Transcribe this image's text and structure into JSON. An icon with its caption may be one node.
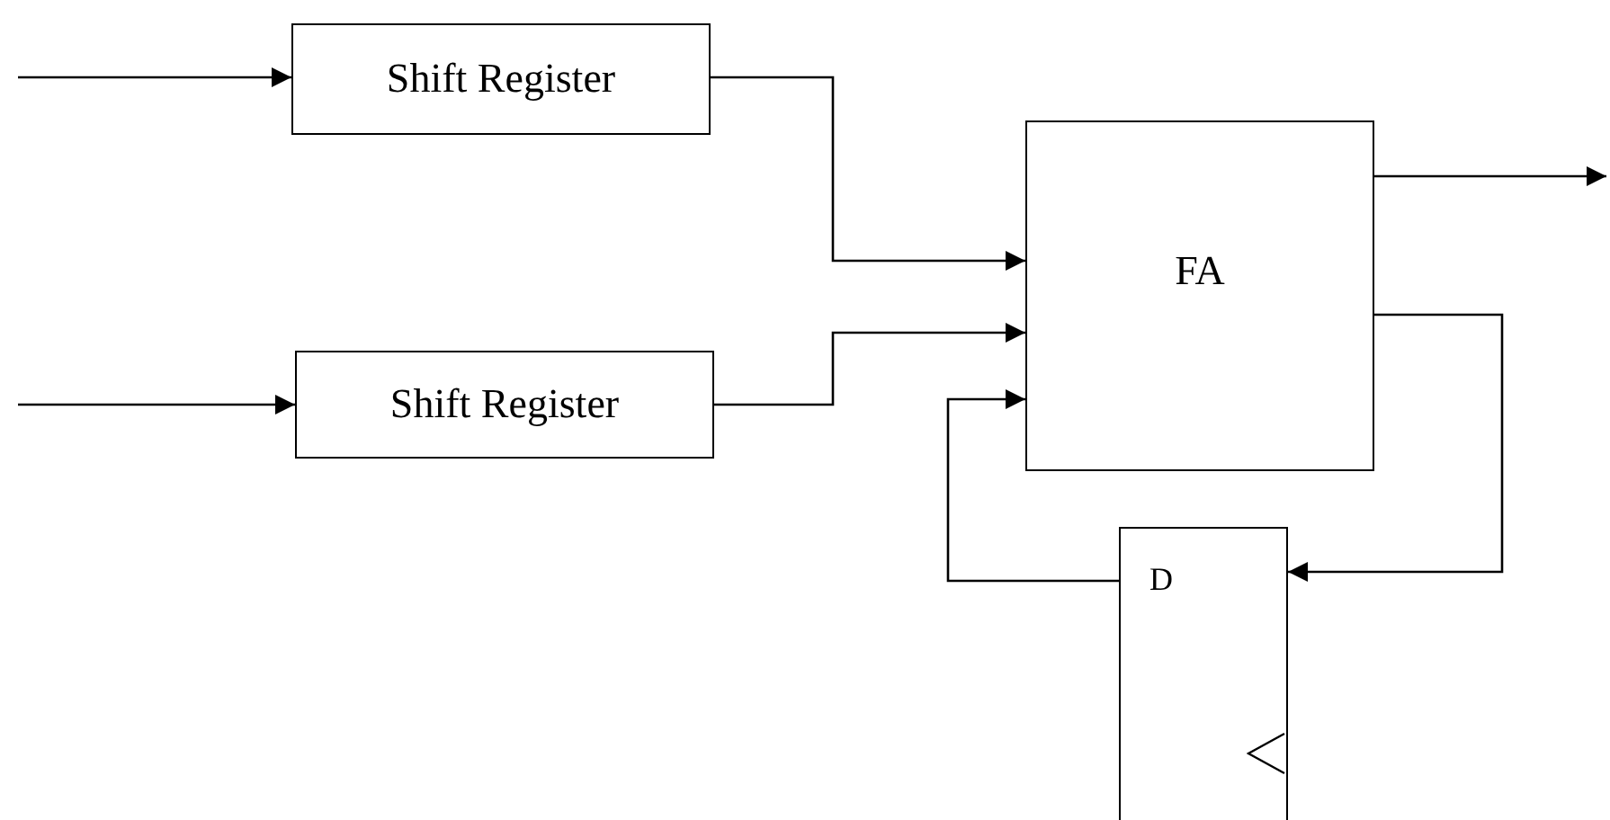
{
  "diagram": {
    "nodes": [
      {
        "text": [
          "Shift Register"
        ]
      },
      {
        "text": [
          "Shift Register"
        ]
      },
      {
        "text": [
          "FA"
        ]
      },
      {
        "text": [
          "D"
        ]
      }
    ],
    "edges": [
      {
        "from": null,
        "to": 0,
        "arrow": "to"
      },
      {
        "from": null,
        "to": 1,
        "arrow": "to"
      },
      {
        "from": 0,
        "to": 2,
        "arrow": "to"
      },
      {
        "from": 1,
        "to": 2,
        "arrow": "to"
      },
      {
        "from": 3,
        "to": 2,
        "arrow": "to"
      },
      {
        "from": 2,
        "to": null,
        "arrow": "to"
      },
      {
        "from": 2,
        "to": 3,
        "arrow": "to"
      }
    ]
  }
}
